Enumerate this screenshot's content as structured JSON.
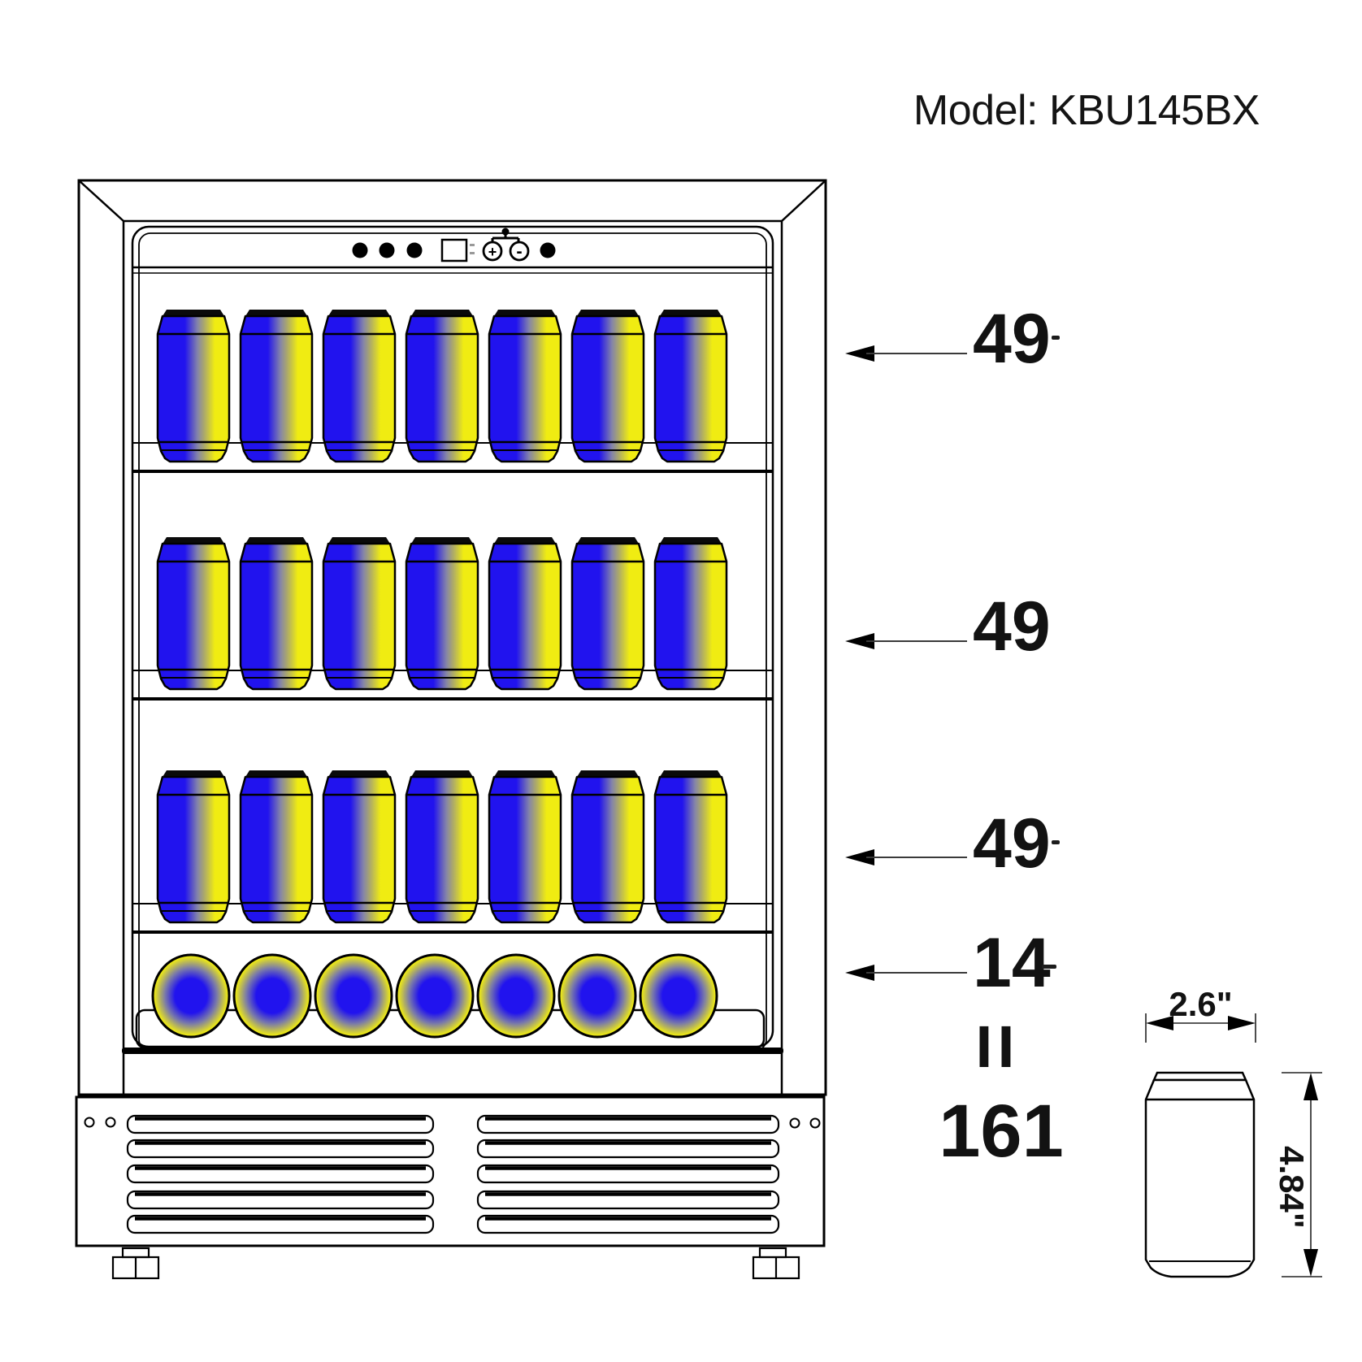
{
  "header": {
    "model_label": "Model: KBU145BX"
  },
  "control_panel": {
    "status_lights": [
      "status-light-icon",
      "status-light-icon",
      "status-light-icon"
    ],
    "display_icon": "temperature-display",
    "selector_icon": "mode-selector-icon",
    "increase_symbol": "+",
    "decrease_symbol": "-",
    "power_icon": "power-button-icon"
  },
  "shelves": [
    {
      "row": 1,
      "view": "front",
      "visible_cans": 7,
      "capacity_label": "49",
      "tick_mark": "dot"
    },
    {
      "row": 2,
      "view": "front",
      "visible_cans": 7,
      "capacity_label": "49",
      "tick_mark": null
    },
    {
      "row": 3,
      "view": "front",
      "visible_cans": 7,
      "capacity_label": "49",
      "tick_mark": "dot"
    },
    {
      "row": 4,
      "view": "top",
      "visible_cans": 7,
      "capacity_label": "14",
      "tick_mark": "dash"
    }
  ],
  "summary": {
    "equals_symbol": "=",
    "total_label": "161"
  },
  "can_diagram": {
    "width_label": "2.6\"",
    "height_label": "4.84\""
  },
  "colors": {
    "can_blue": "#2113EE",
    "can_yellow": "#F0EC12",
    "line": "#000000",
    "arrow": "#3a3a3a"
  }
}
